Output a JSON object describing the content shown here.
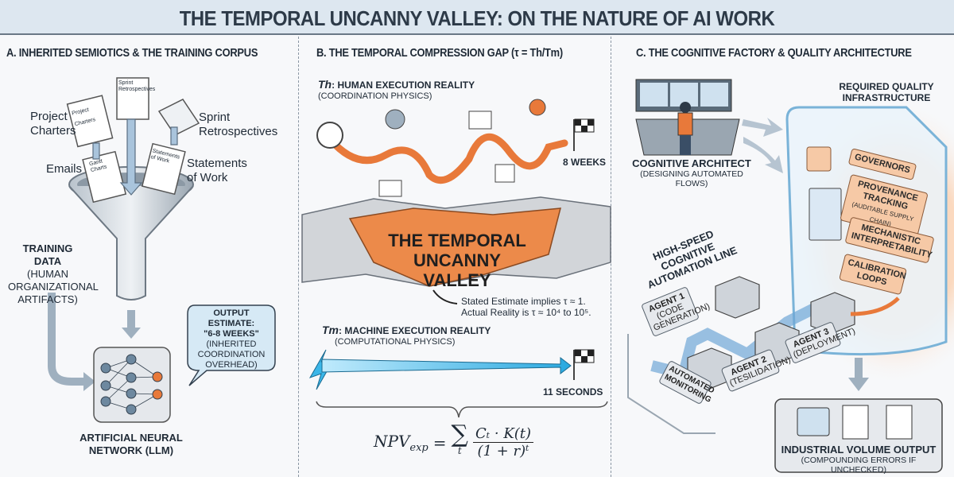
{
  "title": "THE TEMPORAL UNCANNY VALLEY: ON THE NATURE OF AI WORK",
  "sections": {
    "a": {
      "heading": "A. INHERITED SEMIOTICS & THE TRAINING CORPUS",
      "labels": {
        "project_charters": "Project Charters",
        "sprint_retros": "Sprint Retrospectives",
        "emails": "Emails",
        "statements": "Statements of Work"
      },
      "doc_titles": {
        "project": "Project Charters",
        "sprint": "Sprint Retrospectives",
        "gantt": "Gantt Charts",
        "sow": "Statements of Work"
      },
      "training_data": {
        "title": "TRAINING DATA",
        "sub": "(HUMAN ORGANIZATIONAL ARTIFACTS)"
      },
      "network": {
        "title": "ARTIFICIAL NEURAL NETWORK (LLM)"
      },
      "bubble": {
        "line1": "OUTPUT ESTIMATE:",
        "line2": "\"6-8 WEEKS\"",
        "line3": "(INHERITED COORDINATION OVERHEAD)"
      }
    },
    "b": {
      "heading": "B. THE TEMPORAL COMPRESSION GAP (τ = Th/Tm)",
      "human": {
        "symbol": "Th",
        "title": ": HUMAN EXECUTION REALITY",
        "sub": "(COORDINATION PHYSICS)",
        "duration": "8 WEEKS"
      },
      "valley": "THE TEMPORAL UNCANNY VALLEY",
      "annotation": {
        "line1": "Stated Estimate implies τ ≈ 1.",
        "line2": "Actual Reality is τ ≈ 10⁴ to 10⁵."
      },
      "machine": {
        "symbol": "Tm",
        "title": ": MACHINE EXECUTION REALITY",
        "sub": "(COMPUTATIONAL PHYSICS)",
        "duration": "11 SECONDS"
      },
      "formula": {
        "lhs": "NPV",
        "lhs_sub": "exp",
        "sum_sub": "t",
        "numerator": "Cₜ · K(t)",
        "denominator": "(1 + r)ᵗ"
      }
    },
    "c": {
      "heading": "C. THE COGNITIVE FACTORY & QUALITY ARCHITECTURE",
      "architect": {
        "title": "COGNITIVE ARCHITECT",
        "sub": "(DESIGNING AUTOMATED FLOWS)"
      },
      "quality": {
        "title": "REQUIRED QUALITY INFRASTRUCTURE",
        "items": [
          "GOVERNORS",
          "PROVENANCE TRACKING",
          "(AUDITABLE SUPPLY CHAIN)",
          "MECHANISTIC INTERPRETABILITY",
          "CALIBRATION LOOPS"
        ]
      },
      "line_label": "HIGH-SPEED COGNITIVE AUTOMATION LINE",
      "agents": [
        {
          "name": "AGENT 1",
          "role": "(CODE GENERATION)"
        },
        {
          "name": "AGENT 2",
          "role": "(TESILIDATION)"
        },
        {
          "name": "AGENT 3",
          "role": "(DEPLOYMENT)"
        }
      ],
      "monitoring": "AUTOMATED MONITORING",
      "output": {
        "title": "INDUSTRIAL VOLUME OUTPUT",
        "sub": "(COMPOUNDING ERRORS IF UNCHECKED)"
      }
    }
  },
  "colors": {
    "accent": "#e8793a",
    "blue": "#3bb6e8",
    "header": "#dde7f0",
    "ink": "#2d3a48"
  }
}
